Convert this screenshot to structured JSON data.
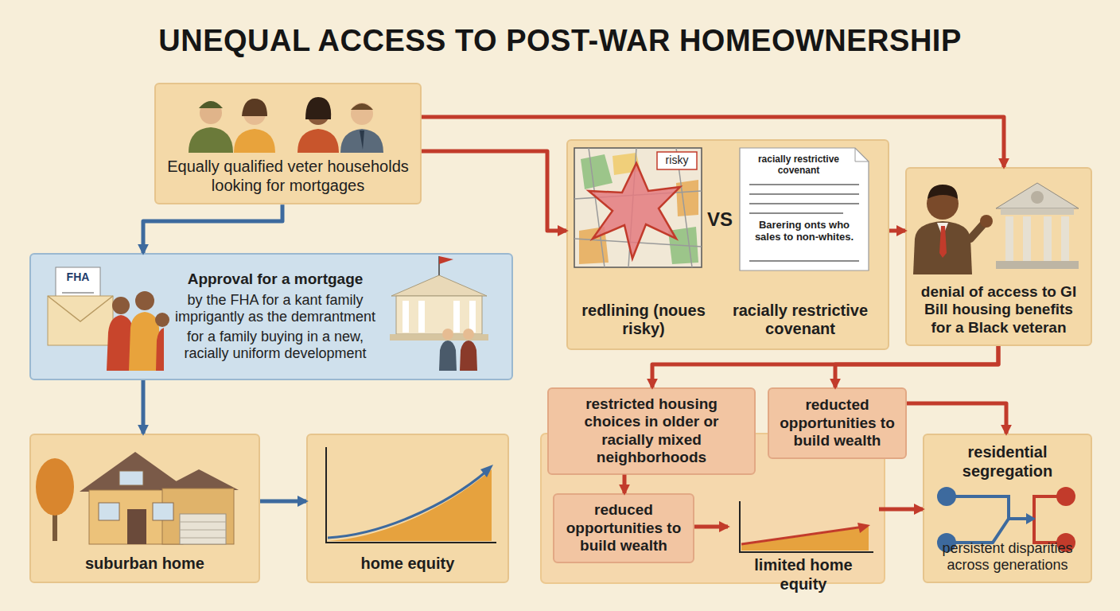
{
  "diagram": {
    "title": "UNEQUAL ACCESS TO POST-WAR HOMEOWNERSHIP",
    "nodes": [
      {
        "text": [
          "Equally qualified veter households looking for mortgages"
        ]
      },
      {
        "text": [
          "redlining (noues risky)",
          "racially restrictive covenant"
        ]
      },
      {
        "text": [
          "denial of access to GI Bill housing benefits for a Black veteran"
        ]
      },
      {
        "text": [
          "Approval for a mortgage",
          "by the FHA for a kant family imprigantly as the demrantment",
          "for a family buying in a new, racially uniform development"
        ]
      },
      {
        "text": [
          "suburban home"
        ]
      },
      {
        "text": [
          "home equity"
        ]
      },
      {
        "text": [
          "restricted housing choices in older or racially mixed neighborhoods"
        ]
      },
      {
        "text": [
          "reducted opportunities to build wealth"
        ]
      },
      {
        "text": [
          "reduced opportunities to build wealth"
        ]
      },
      {
        "text": [
          "limited home equity"
        ]
      },
      {
        "text": [
          "residential segregation",
          "persistent disparities across generations"
        ]
      }
    ],
    "edges": [
      {
        "from": 0,
        "to": 1,
        "arrow": "to"
      },
      {
        "from": 0,
        "to": 2,
        "arrow": "to"
      },
      {
        "from": 1,
        "to": 2,
        "arrow": "to"
      },
      {
        "from": 0,
        "to": 3,
        "arrow": "to"
      },
      {
        "from": 3,
        "to": 4,
        "arrow": "to"
      },
      {
        "from": 4,
        "to": 5,
        "arrow": "to"
      },
      {
        "from": 2,
        "to": 6,
        "arrow": "to"
      },
      {
        "from": 2,
        "to": 7,
        "arrow": "to"
      },
      {
        "from": 7,
        "to": 10,
        "arrow": "to"
      },
      {
        "from": 6,
        "to": 8,
        "arrow": "to"
      },
      {
        "from": 8,
        "to": 9,
        "arrow": "to"
      },
      {
        "from": 9,
        "to": 10,
        "arrow": "to"
      }
    ],
    "labels": [
      "risky",
      "VS",
      "racially restrictive covenant",
      "Barering onts who sales to non-whites.",
      "FHA"
    ]
  }
}
